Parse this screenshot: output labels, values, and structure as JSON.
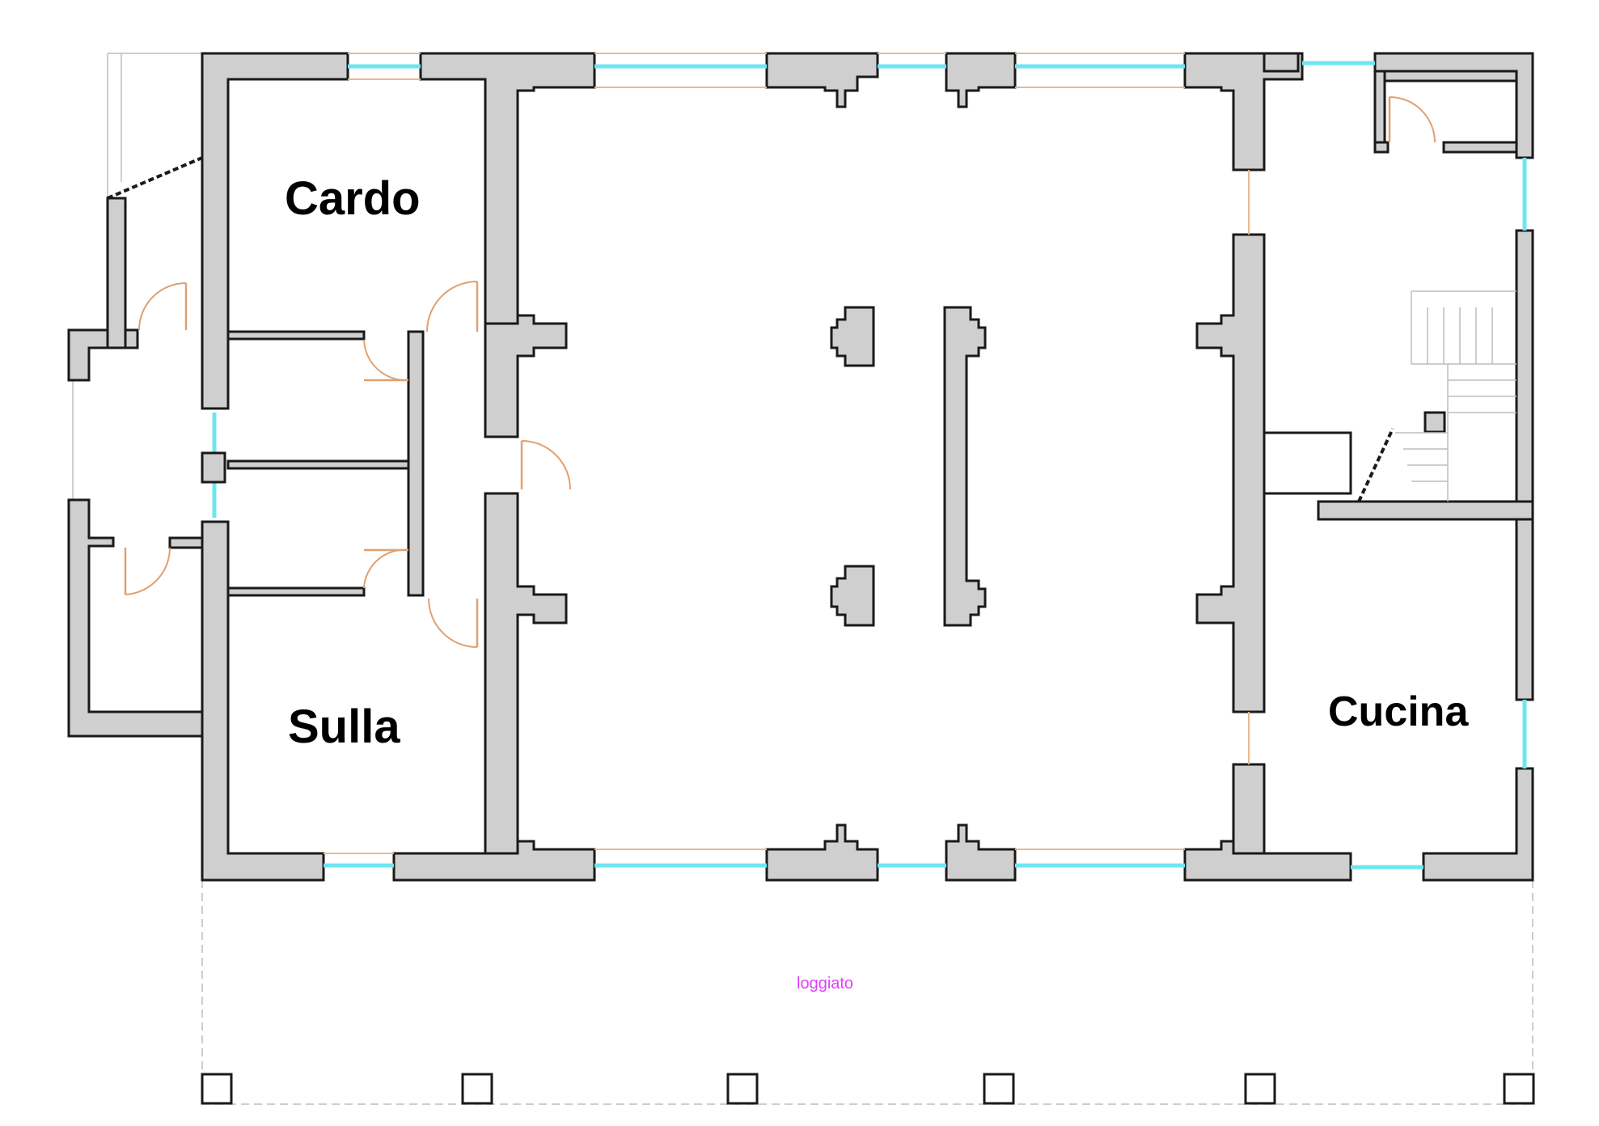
{
  "plan": {
    "rooms": {
      "cardo": "Cardo",
      "sulla": "Sulla",
      "cucina": "Cucina"
    },
    "portico_label": "loggiato",
    "colors": {
      "wall_fill": "#cfcfcf",
      "wall_stroke": "#1a1a1a",
      "window_glass": "#6ee6f0",
      "door_swing": "#e0a070",
      "annotation": "#e040fb"
    }
  }
}
